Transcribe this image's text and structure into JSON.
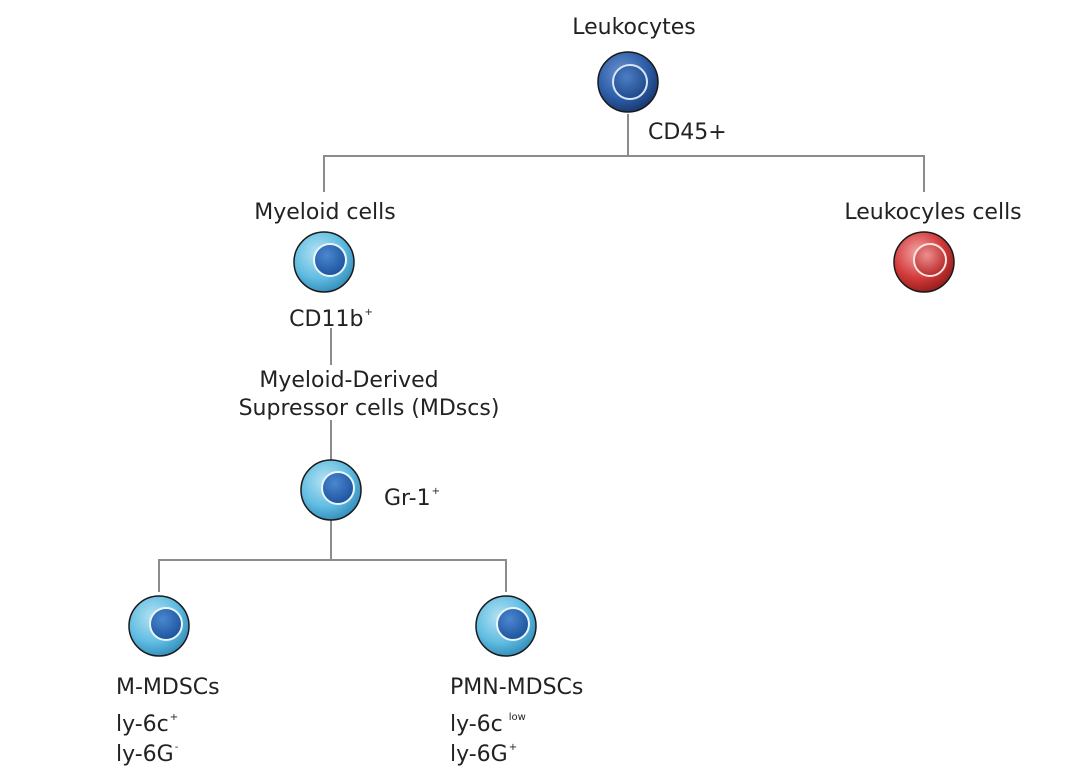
{
  "diagram": {
    "nodes": {
      "root": {
        "label": "Leukocytes",
        "marker": "CD45+",
        "cell_type": "blue-cell"
      },
      "myeloid": {
        "label": "Myeloid cells",
        "marker": "CD11b",
        "marker_sup": "+",
        "cell_type": "light-blue-cell"
      },
      "other": {
        "label": "Leukocyles cells",
        "cell_type": "red-cell"
      },
      "mdsc": {
        "label_line1": "Myeloid-Derived",
        "label_line2": "Supressor cells (MDscs)",
        "marker": "Gr-1",
        "marker_sup": "+",
        "cell_type": "light-blue-cell"
      },
      "m_mdsc": {
        "label": "M-MDSCs",
        "marker1": "ly-6c",
        "marker1_sup": "+",
        "marker2": "ly-6G",
        "marker2_sup": "-",
        "cell_type": "light-blue-cell"
      },
      "pmn_mdsc": {
        "label": "PMN-MDSCs",
        "marker1": "ly-6c",
        "marker1_sup": "low",
        "marker2": "ly-6G",
        "marker2_sup": "+",
        "cell_type": "light-blue-cell"
      }
    },
    "colors": {
      "connector": "#8c8c8c",
      "blue_cell": "#2d5ea8",
      "light_blue_cell": "#5fb8df",
      "red_cell": "#d33a3a"
    }
  }
}
